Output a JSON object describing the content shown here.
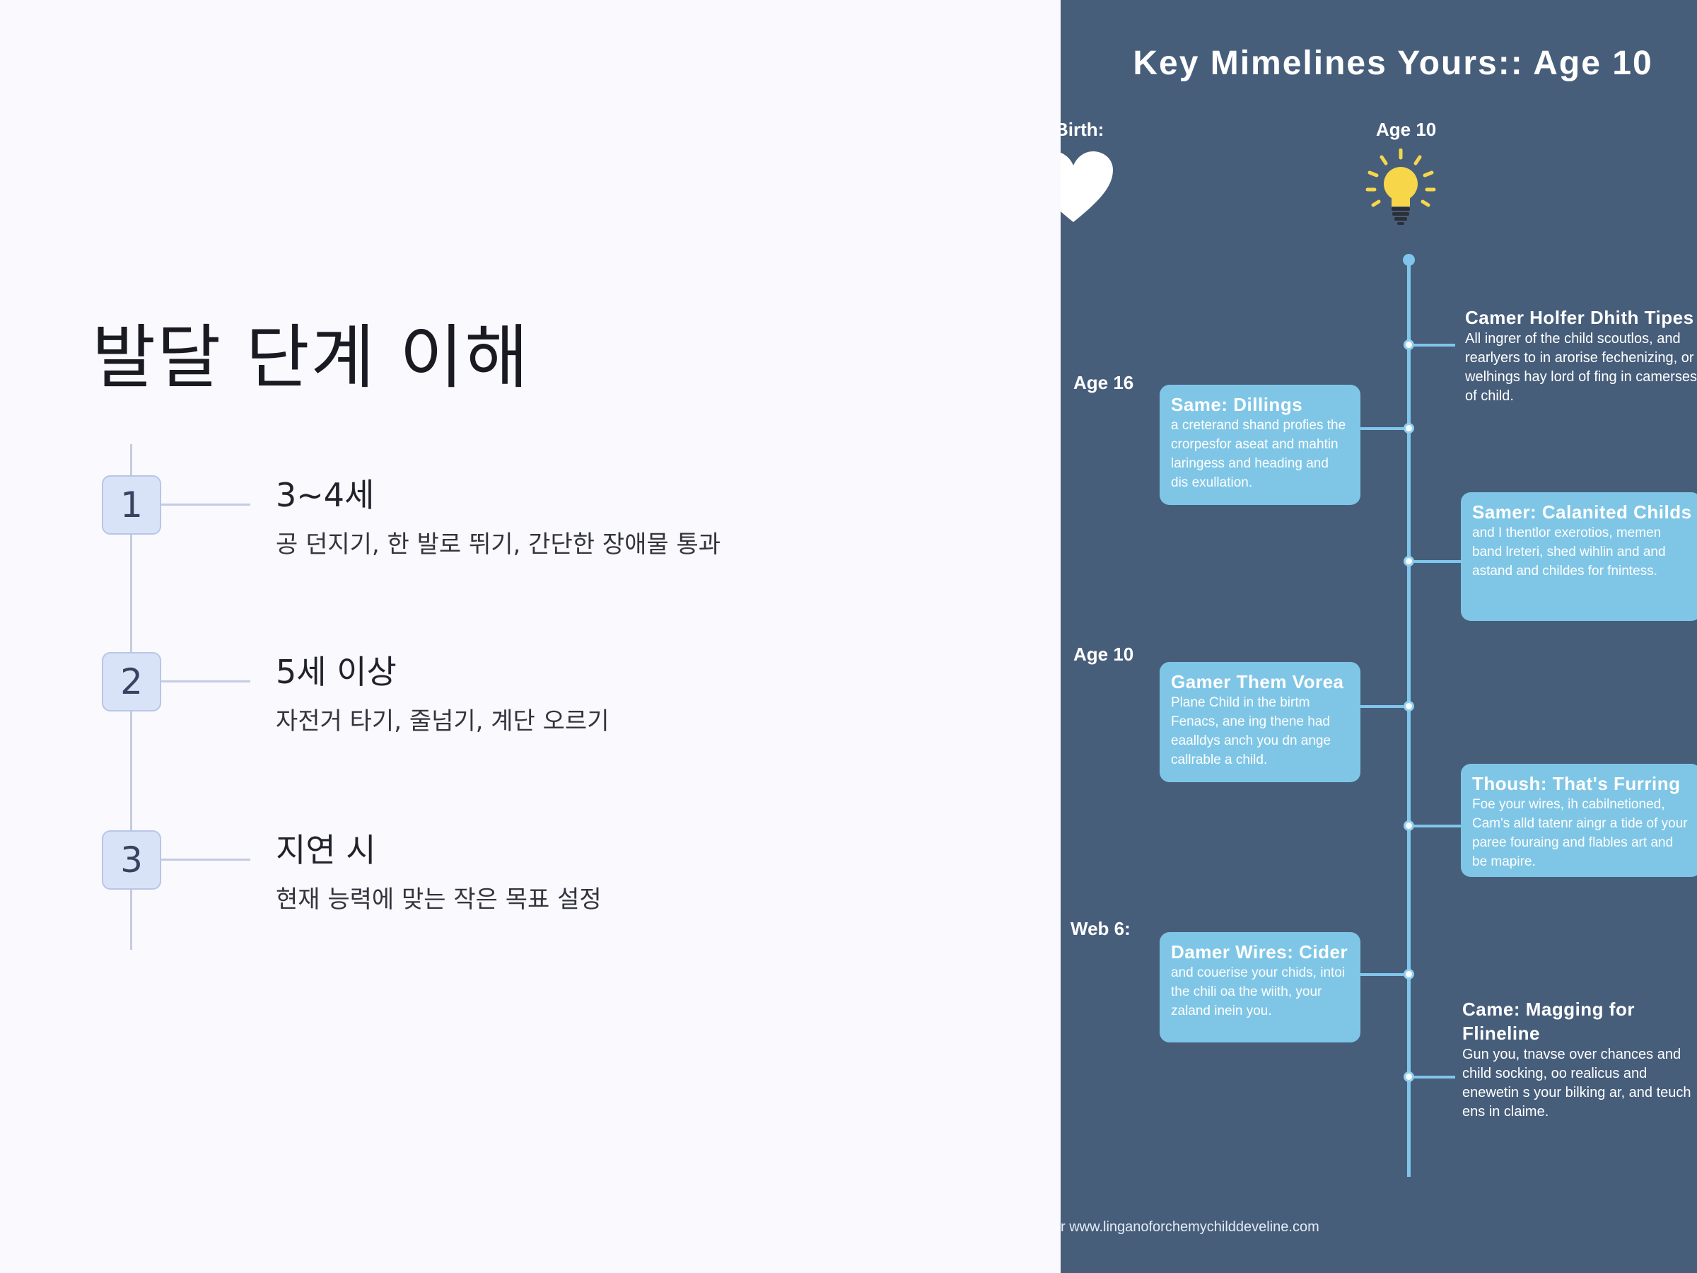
{
  "slide": {
    "title": "발달 단계 이해",
    "steps": [
      {
        "number": "1",
        "title": "3~4세",
        "description": "공 던지기, 한 발로 뛰기, 간단한 장애물 통과"
      },
      {
        "number": "2",
        "title": "5세 이상",
        "description": "자전거 타기, 줄넘기, 계단 오르기"
      },
      {
        "number": "3",
        "title": "지연 시",
        "description": "현재 능력에 맞는 작은 목표 설정"
      }
    ]
  },
  "infographic": {
    "title": "Key Mimelines Yours:: Age 10",
    "top_labels": {
      "left": "Birth:",
      "center": "Age 10"
    },
    "side_labels": [
      "Age 16",
      "Age 10",
      "Web 6:"
    ],
    "left_cards": [
      {
        "title": "Same: Dillings",
        "body": "a creterand shand profies the crorpesfor aseat and mahtin laringess and heading and dis exullation."
      },
      {
        "title": "Gamer Them Vorea",
        "body": "Plane Child in the birtm Fenacs, ane ing thene had eaalldys anch you dn ange callrable a child."
      },
      {
        "title": "Damer Wires: Cider",
        "body": "and couerise your chids, intoi the chili oa the wiith, your zaland inein you."
      }
    ],
    "right_cards": [
      {
        "title": "Samer: Calanited Childs",
        "body": "and I thentlor exerotios, memen band lreteri, shed wihlin and and astand and childes for fnintess."
      },
      {
        "title": "Thoush: That's Furring",
        "body": "Foe your wires, ih cabilnetioned, Cam's alld tatenr aingr a tide of your paree fouraing and flables art and be mapire."
      }
    ],
    "right_plain": [
      {
        "title": "Camer Holfer Dhith Tipes",
        "body": "All ingrer of the child scoutlos, and rearlyers to in arorise fechenizing, or welhings hay lord of fing in camerses of child."
      },
      {
        "title": "Came: Magging for Flineline",
        "body": "Gun you, tnavse over chances and child socking, oo realicus and enewetin s your bilking ar, and teuch ens in claime."
      }
    ],
    "footer_url": "r www.linganoforchemychilddeveline.com",
    "colors": {
      "background": "#475e7b",
      "accent": "#80c6ec",
      "card": "#7fc6e6",
      "bulb": "#f7d64a"
    }
  }
}
